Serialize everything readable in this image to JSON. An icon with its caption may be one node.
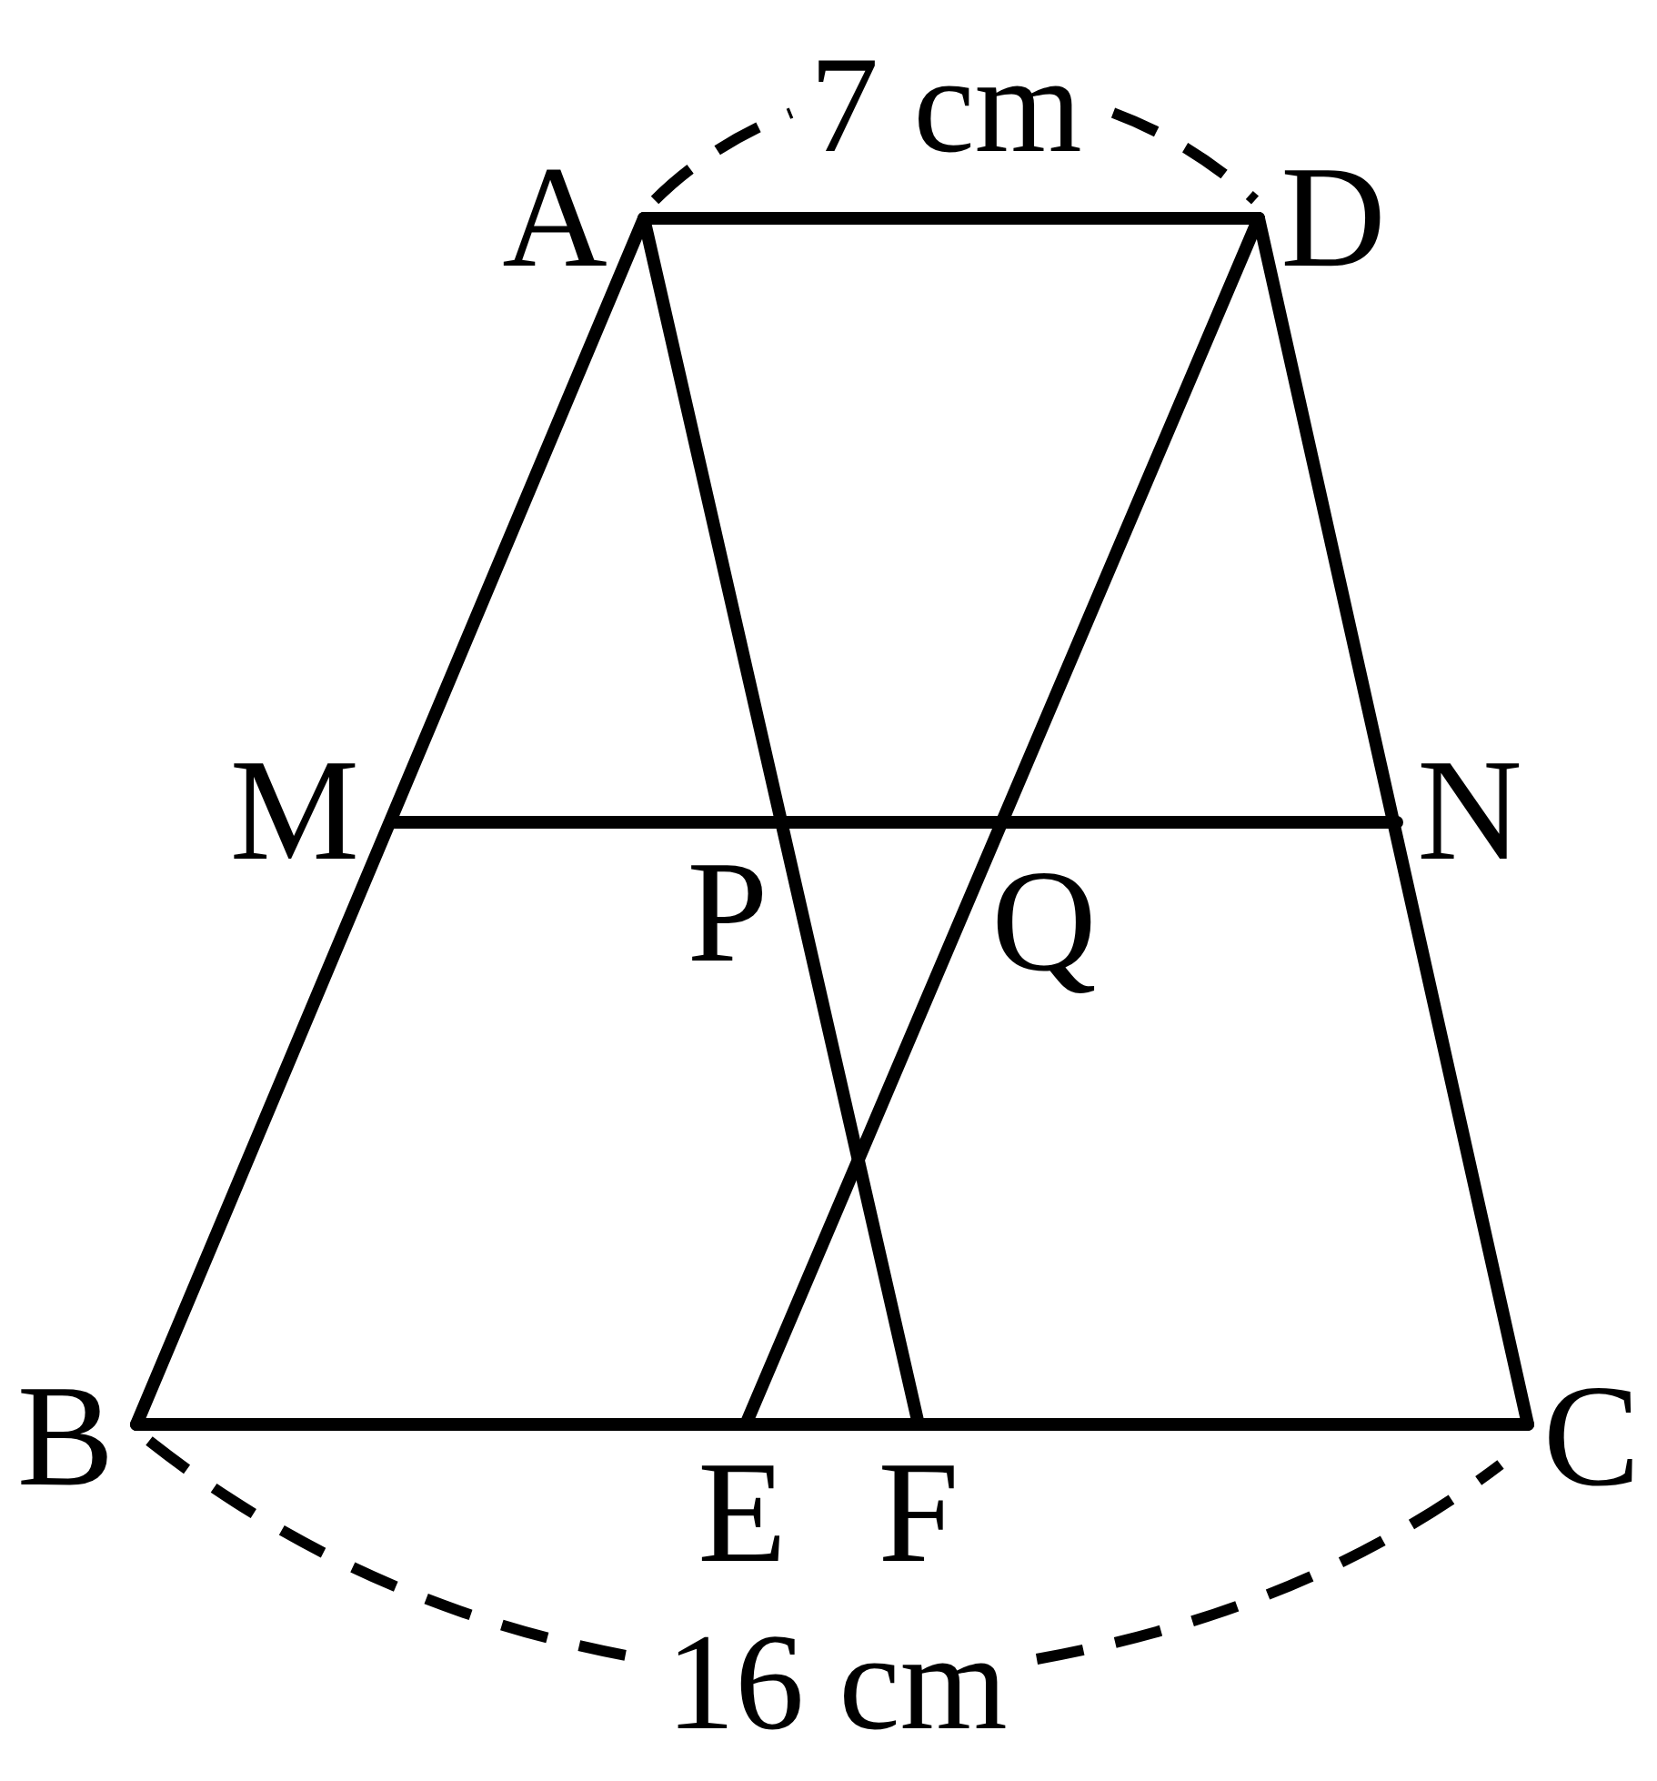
{
  "diagram": {
    "labels": [
      "7 cm",
      "A",
      "D",
      "M",
      "N",
      "P",
      "Q",
      "B",
      "C",
      "E",
      "F",
      "16 cm"
    ]
  }
}
